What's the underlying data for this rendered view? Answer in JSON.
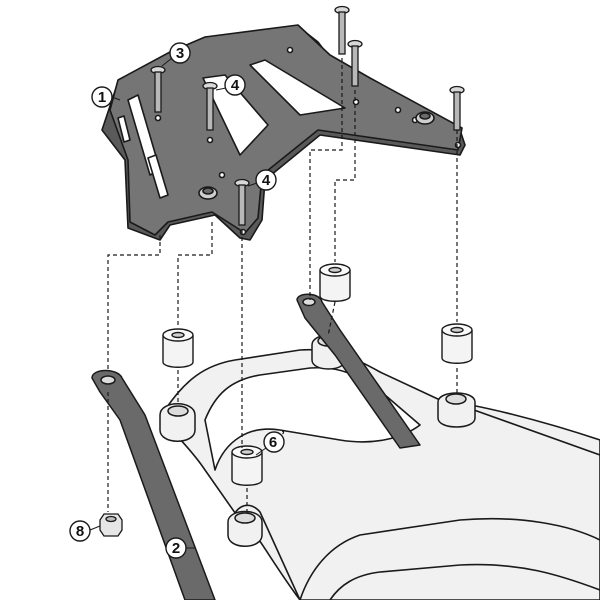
{
  "callouts": [
    {
      "id": "c1",
      "label": "1"
    },
    {
      "id": "c2",
      "label": "2"
    },
    {
      "id": "c3",
      "label": "3"
    },
    {
      "id": "c4a",
      "label": "4"
    },
    {
      "id": "c4b",
      "label": "4"
    },
    {
      "id": "c6",
      "label": "6"
    },
    {
      "id": "c8",
      "label": "8"
    }
  ],
  "colors": {
    "plate": "#6b6b6b",
    "bracket": "#6a6a6a",
    "frame": "#f1f1f1",
    "outline": "#1a1a1a",
    "spacer": "#f4f4f4",
    "bolt": "#b8b8b8"
  }
}
